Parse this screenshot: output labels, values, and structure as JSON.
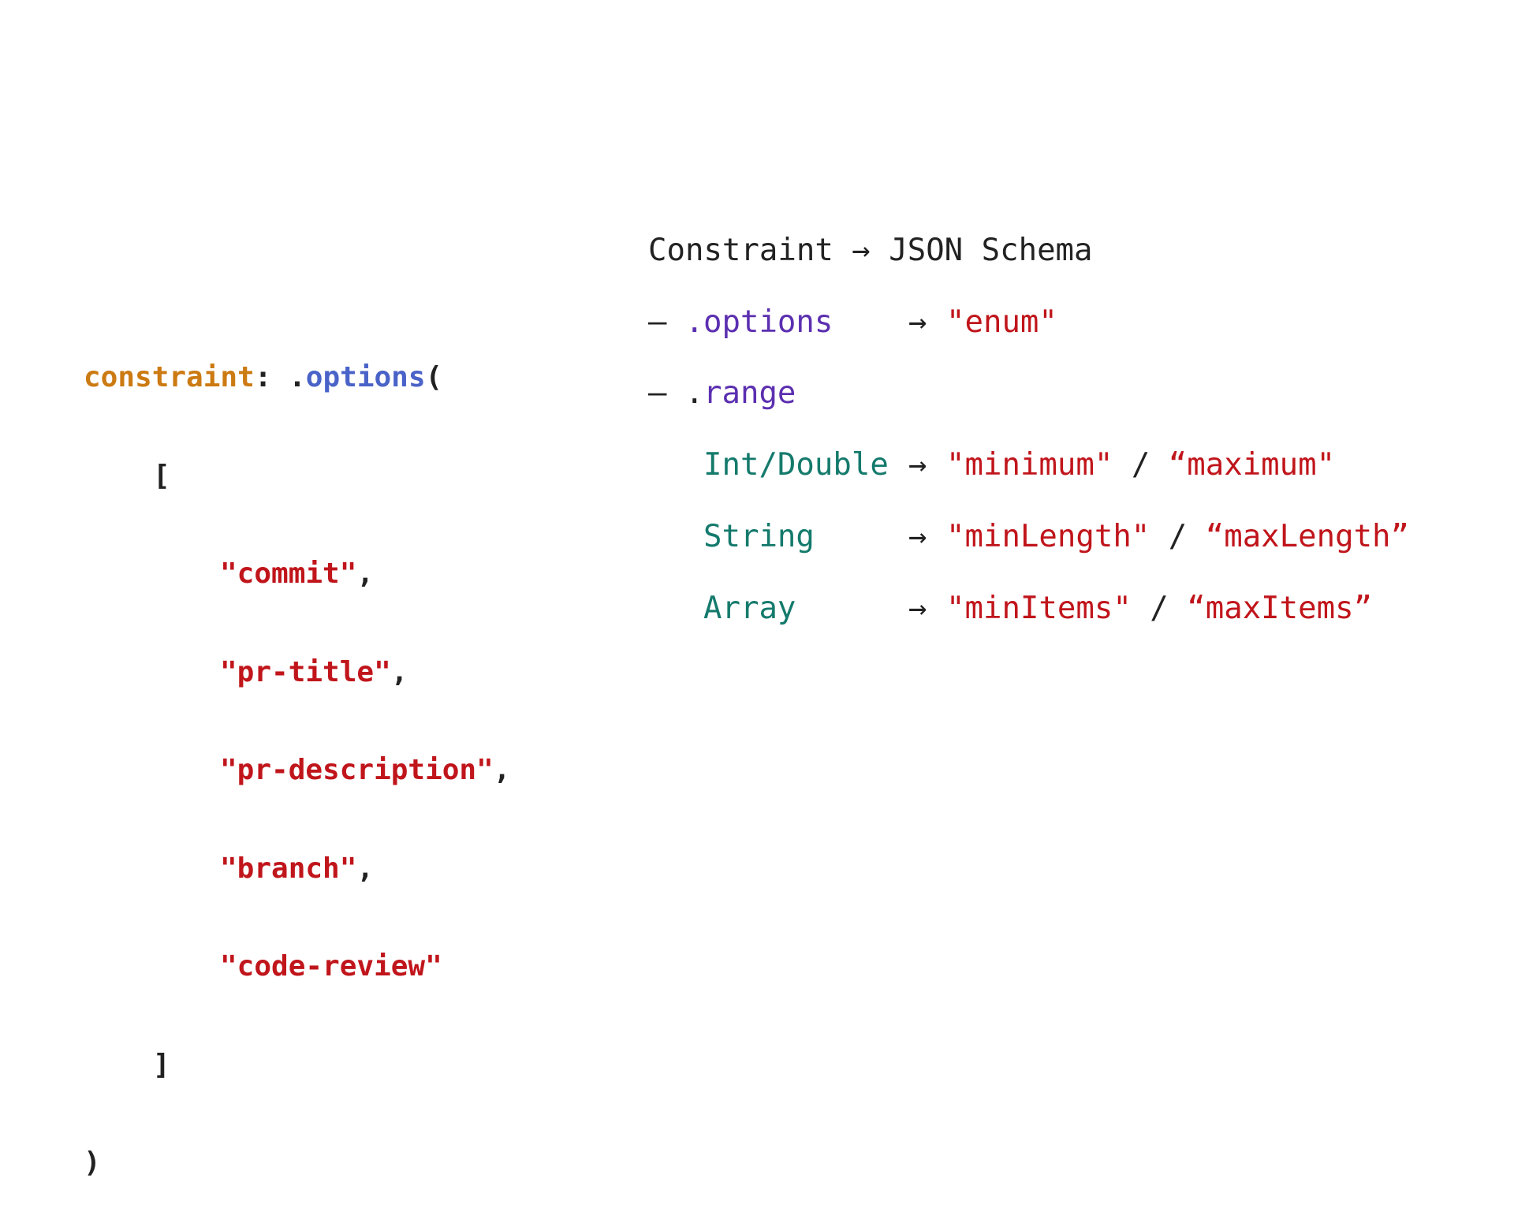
{
  "code": {
    "keyword": "constraint",
    "colon": ": ",
    "dot": ".",
    "method": "options",
    "open_paren": "(",
    "open_bracket": "[",
    "items": [
      "\"commit\"",
      "\"pr-title\"",
      "\"pr-description\"",
      "\"branch\"",
      "\"code-review\""
    ],
    "comma": ",",
    "close_bracket": "]",
    "close_paren": ")"
  },
  "mapping": {
    "title": "Constraint → JSON Schema",
    "dash": "–",
    "dot": ".",
    "arrow": "→",
    "separator": "/",
    "options": {
      "name": "options",
      "key": "\"enum\""
    },
    "range": {
      "name": "range"
    },
    "types": [
      {
        "type": "Int/Double",
        "min_key": "\"minimum\"",
        "max_key": "“maximum\""
      },
      {
        "type": "String",
        "min_key": "\"minLength\"",
        "max_key": "“maxLength”"
      },
      {
        "type": "Array",
        "min_key": "\"minItems\"",
        "max_key": "“maxItems”"
      }
    ]
  },
  "colors": {
    "keyword": "#cc7a12",
    "method": "#4a63c8",
    "string": "#c0151b",
    "property": "#5b2fb0",
    "type": "#147a6c",
    "text": "#222222"
  }
}
